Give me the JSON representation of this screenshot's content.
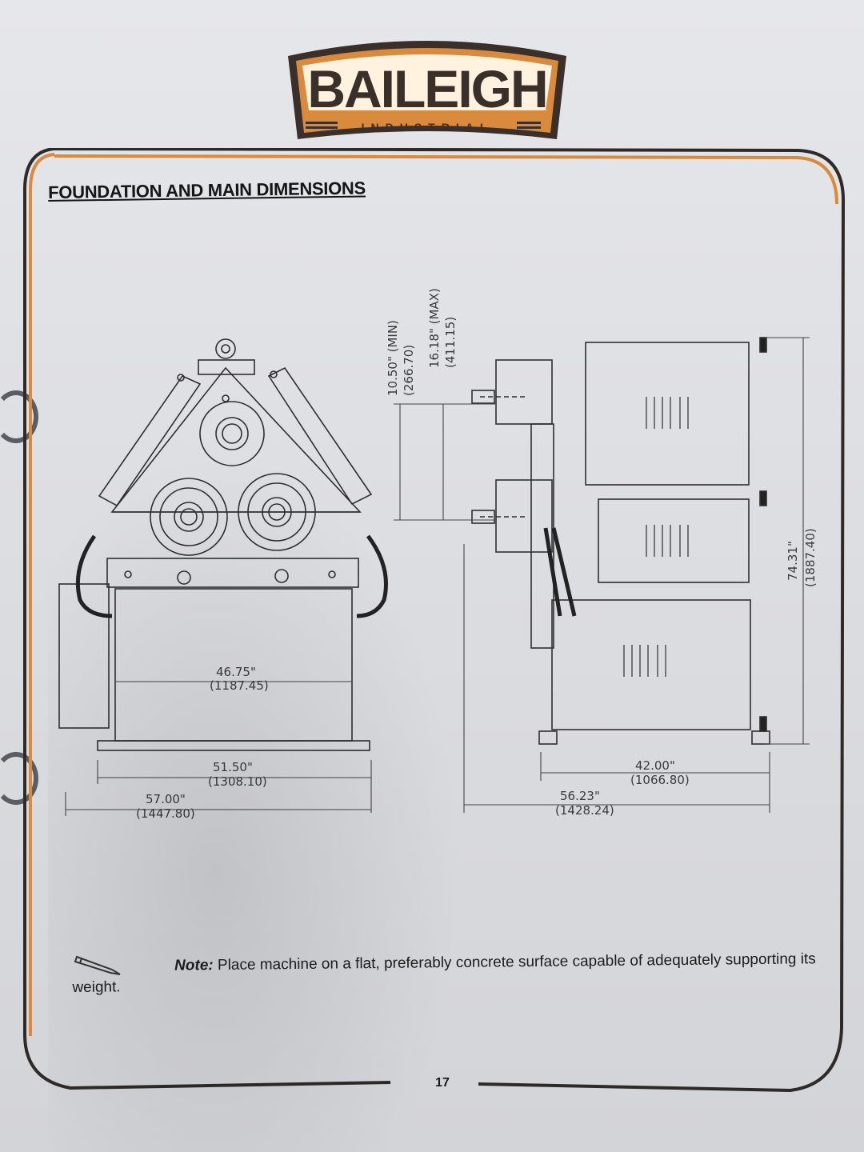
{
  "brand": {
    "name": "BAILEIGH",
    "subtitle": "INDUSTRIAL",
    "colors": {
      "orange": "#d98a3d",
      "dark": "#3b2f2a",
      "cream": "#fff3e0"
    }
  },
  "section_title": "FOUNDATION AND MAIN DIMENSIONS",
  "dimensions": {
    "min_height": {
      "in": "10.50\" (MIN)",
      "mm": "(266.70)"
    },
    "max_height": {
      "in": "16.18\" (MAX)",
      "mm": "(411.15)"
    },
    "base_inner": {
      "in": "46.75\"",
      "mm": "(1187.45)"
    },
    "base_width": {
      "in": "51.50\"",
      "mm": "(1308.10)"
    },
    "overall_width": {
      "in": "57.00\"",
      "mm": "(1447.80)"
    },
    "side_cabinet": {
      "in": "42.00\"",
      "mm": "(1066.80)"
    },
    "overall_depth": {
      "in": "56.23\"",
      "mm": "(1428.24)"
    },
    "overall_height": {
      "in": "74.31\"",
      "mm": "(1887.40)"
    }
  },
  "note": {
    "label": "Note:",
    "text": "Place machine on a flat, preferably concrete surface capable of adequately supporting its weight."
  },
  "page_number": "17",
  "icons": {
    "pencil": "pencil-icon"
  }
}
